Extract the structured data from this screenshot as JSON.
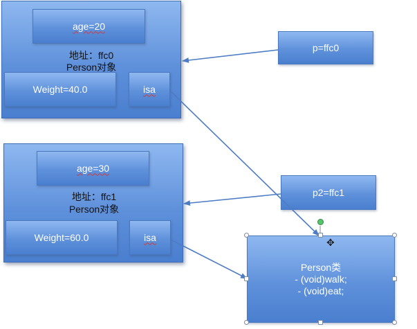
{
  "object1": {
    "age": "age=20",
    "address": "地址：ffc0",
    "type": "Person对象",
    "weight": "Weight=40.0",
    "isa": "isa"
  },
  "object2": {
    "age": "age=30",
    "address": "地址：ffc1",
    "type": "Person对象",
    "weight": "Weight=60.0",
    "isa": "isa"
  },
  "pointer1": "p=ffc0",
  "pointer2": "p2=ffc1",
  "class_box": {
    "name": "Person类",
    "method_walk": "- (void)walk;",
    "method_eat": "- (void)eat;"
  },
  "colors": {
    "box_fill": "#5f91db",
    "line": "#4d7cc4",
    "text": "#ffffff"
  }
}
